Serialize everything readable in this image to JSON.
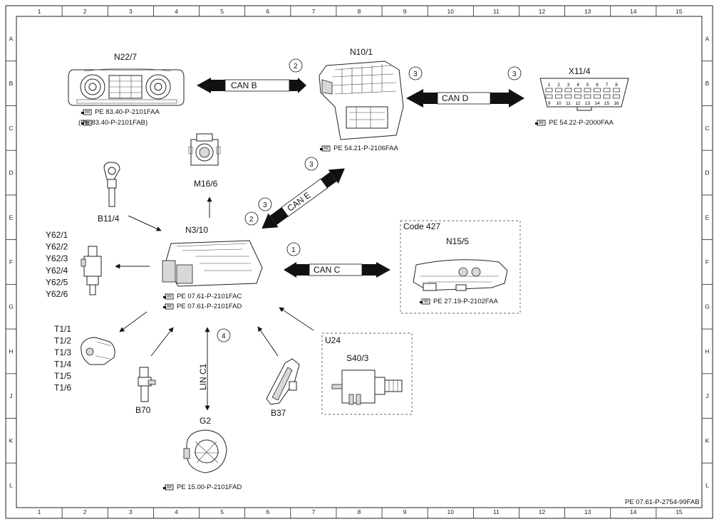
{
  "grid": {
    "columns": [
      "1",
      "2",
      "3",
      "4",
      "5",
      "6",
      "7",
      "8",
      "9",
      "10",
      "11",
      "12",
      "13",
      "14",
      "15"
    ],
    "rows": [
      "A",
      "B",
      "C",
      "D",
      "E",
      "F",
      "G",
      "H",
      "J",
      "K",
      "L"
    ]
  },
  "footer_code": "PE 07.61-P-2754-99FAB",
  "components": {
    "n22_7": {
      "name": "N22/7",
      "refs": [
        "PE 83.40-P-2101FAA",
        "(PE 83.40-P-2101FAB)"
      ]
    },
    "n10_1": {
      "name": "N10/1",
      "refs": [
        "PE 54.21-P-2106FAA"
      ]
    },
    "x11_4": {
      "name": "X11/4",
      "refs": [
        "PE 54.22-P-2000FAA"
      ],
      "pins_top": [
        "1",
        "2",
        "3",
        "4",
        "5",
        "6",
        "7",
        "8"
      ],
      "pins_bottom": [
        "9",
        "10",
        "11",
        "12",
        "13",
        "14",
        "15",
        "16"
      ]
    },
    "m16_6": {
      "name": "M16/6"
    },
    "b11_4": {
      "name": "B11/4"
    },
    "n3_10": {
      "name": "N3/10",
      "refs": [
        "PE 07.61-P-2101FAC",
        "PE 07.61-P-2101FAD"
      ]
    },
    "code427": {
      "label": "Code 427"
    },
    "n15_5": {
      "name": "N15/5",
      "refs": [
        "PE 27.19-P-2102FAA"
      ]
    },
    "y62": {
      "names": [
        "Y62/1",
        "Y62/2",
        "Y62/3",
        "Y62/4",
        "Y62/5",
        "Y62/6"
      ]
    },
    "t1": {
      "names": [
        "T1/1",
        "T1/2",
        "T1/3",
        "T1/4",
        "T1/5",
        "T1/6"
      ]
    },
    "b70": {
      "name": "B70"
    },
    "g2": {
      "name": "G2",
      "refs": [
        "PE 15.00-P-2101FAD"
      ]
    },
    "b37": {
      "name": "B37"
    },
    "u24": {
      "label": "U24"
    },
    "s40_3": {
      "name": "S40/3"
    }
  },
  "buses": {
    "can_b": {
      "label": "CAN B",
      "numbers": [
        "2"
      ]
    },
    "can_d": {
      "label": "CAN D",
      "numbers": [
        "3",
        "3"
      ]
    },
    "can_e": {
      "label": "CAN E",
      "numbers": [
        "3",
        "3",
        "2"
      ]
    },
    "can_c": {
      "label": "CAN C",
      "numbers": [
        "1"
      ]
    },
    "lin_c1": {
      "label": "LIN C1",
      "numbers": [
        "4"
      ]
    }
  },
  "icons": [
    "book-reference-icon"
  ]
}
